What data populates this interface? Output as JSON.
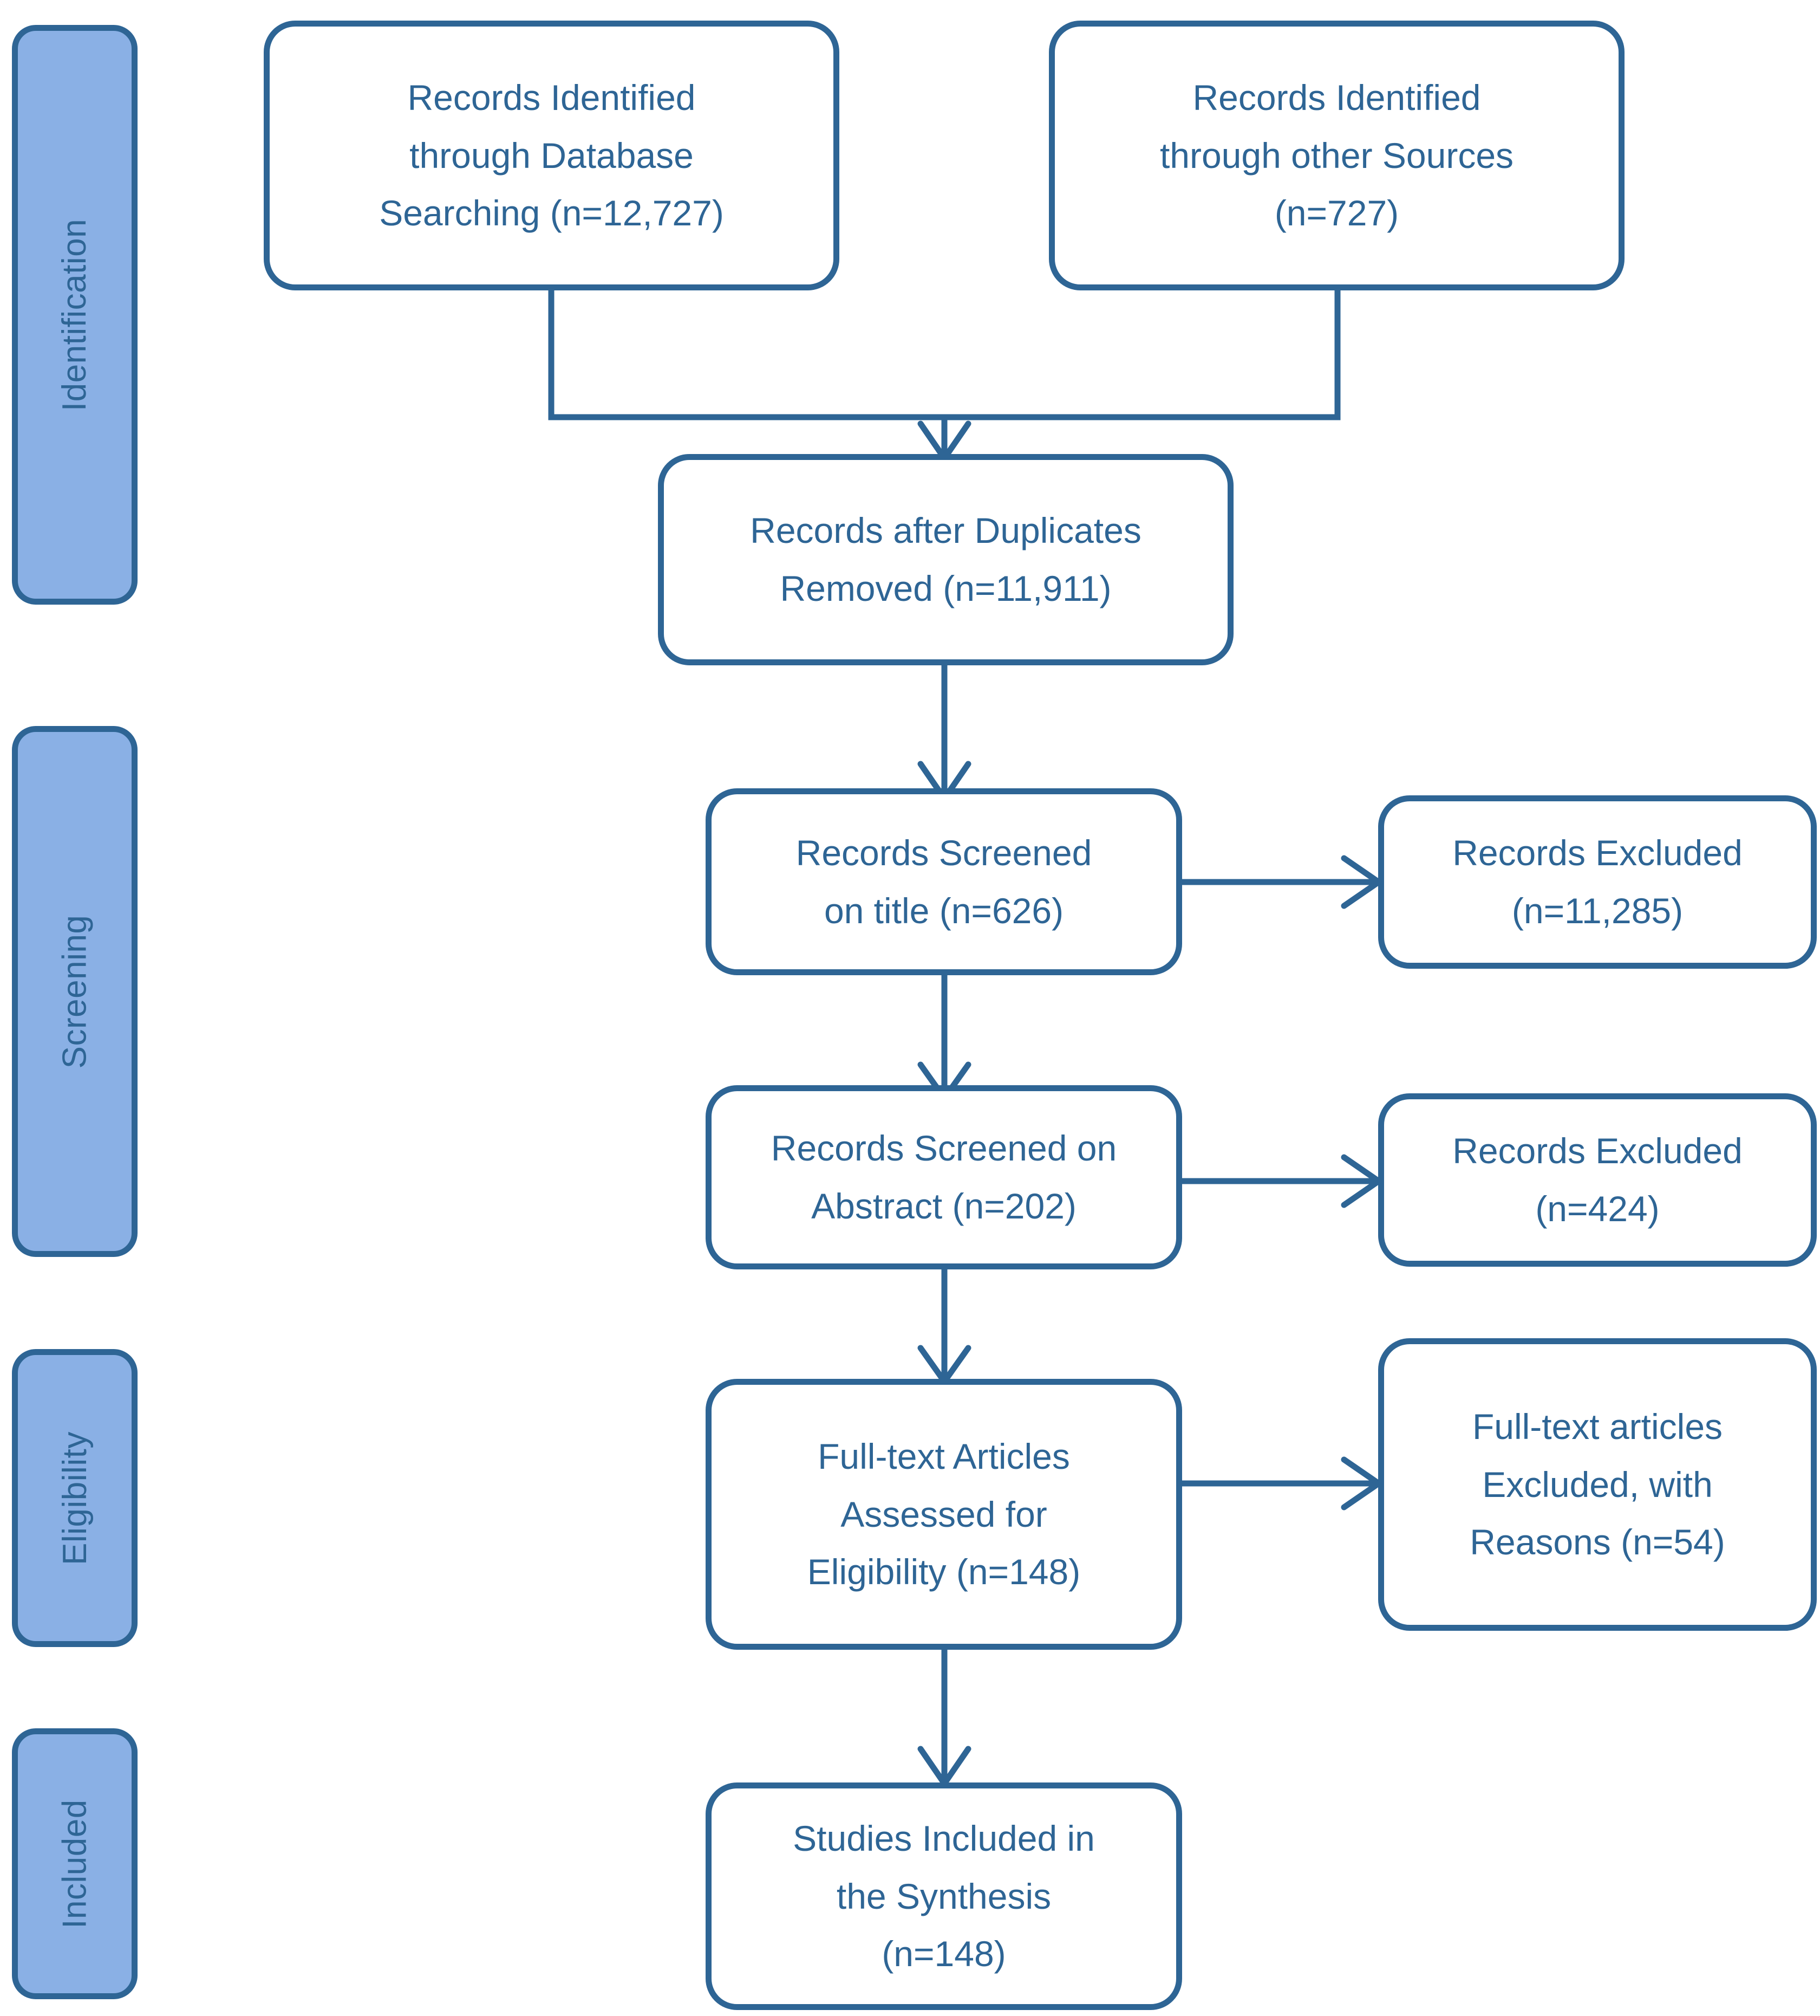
{
  "diagram": {
    "type": "prisma-flow-diagram",
    "accent_color": "#2E6595",
    "stage_fill_color": "#8AB0E5",
    "box_fill_color": "#FFFFFF"
  },
  "stages": [
    {
      "id": "identification",
      "label": "Identification"
    },
    {
      "id": "screening",
      "label": "Screening"
    },
    {
      "id": "eligibility",
      "label": "Eligibility"
    },
    {
      "id": "included",
      "label": "Included"
    }
  ],
  "boxes": {
    "db_search": {
      "lines": [
        "Records Identified",
        "through Database",
        "Searching (n=12,727)"
      ],
      "count": "12,727"
    },
    "other_sources": {
      "lines": [
        "Records Identified",
        "through other Sources",
        "(n=727)"
      ],
      "count": "727"
    },
    "after_duplicates": {
      "lines": [
        "Records after Duplicates",
        "Removed (n=11,911)"
      ],
      "count": "11,911"
    },
    "screened_title": {
      "lines": [
        "Records Screened",
        "on title (n=626)"
      ],
      "count": "626"
    },
    "excluded_title": {
      "lines": [
        "Records Excluded",
        "(n=11,285)"
      ],
      "count": "11,285"
    },
    "screened_abstract": {
      "lines": [
        "Records Screened on",
        "Abstract (n=202)"
      ],
      "count": "202"
    },
    "excluded_abstract": {
      "lines": [
        "Records Excluded",
        "(n=424)"
      ],
      "count": "424"
    },
    "fulltext_assessed": {
      "lines": [
        "Full-text Articles",
        "Assessed for",
        "Eligibility (n=148)"
      ],
      "count": "148"
    },
    "fulltext_excluded": {
      "lines": [
        "Full-text articles",
        "Excluded, with",
        "Reasons (n=54)"
      ],
      "count": "54"
    },
    "included_synthesis": {
      "lines": [
        "Studies Included in",
        "the Synthesis",
        "(n=148)"
      ],
      "count": "148"
    }
  },
  "chart_data": {
    "type": "diagram",
    "title": "PRISMA Flow Diagram",
    "nodes": [
      {
        "id": "db_search",
        "stage": "Identification",
        "label": "Records Identified through Database Searching",
        "n": 12727
      },
      {
        "id": "other_sources",
        "stage": "Identification",
        "label": "Records Identified through other Sources",
        "n": 727
      },
      {
        "id": "after_duplicates",
        "stage": "Identification",
        "label": "Records after Duplicates Removed",
        "n": 11911
      },
      {
        "id": "screened_title",
        "stage": "Screening",
        "label": "Records Screened on title",
        "n": 626
      },
      {
        "id": "excluded_title",
        "stage": "Screening",
        "label": "Records Excluded",
        "n": 11285
      },
      {
        "id": "screened_abstract",
        "stage": "Screening",
        "label": "Records Screened on Abstract",
        "n": 202
      },
      {
        "id": "excluded_abstract",
        "stage": "Screening",
        "label": "Records Excluded",
        "n": 424
      },
      {
        "id": "fulltext_assessed",
        "stage": "Eligibility",
        "label": "Full-text Articles Assessed for Eligibility",
        "n": 148
      },
      {
        "id": "fulltext_excluded",
        "stage": "Eligibility",
        "label": "Full-text articles Excluded, with Reasons",
        "n": 54
      },
      {
        "id": "included_synthesis",
        "stage": "Included",
        "label": "Studies Included in the Synthesis",
        "n": 148
      }
    ],
    "edges": [
      {
        "from": "db_search",
        "to": "after_duplicates"
      },
      {
        "from": "other_sources",
        "to": "after_duplicates"
      },
      {
        "from": "after_duplicates",
        "to": "screened_title"
      },
      {
        "from": "screened_title",
        "to": "excluded_title"
      },
      {
        "from": "screened_title",
        "to": "screened_abstract"
      },
      {
        "from": "screened_abstract",
        "to": "excluded_abstract"
      },
      {
        "from": "screened_abstract",
        "to": "fulltext_assessed"
      },
      {
        "from": "fulltext_assessed",
        "to": "fulltext_excluded"
      },
      {
        "from": "fulltext_assessed",
        "to": "included_synthesis"
      }
    ]
  }
}
